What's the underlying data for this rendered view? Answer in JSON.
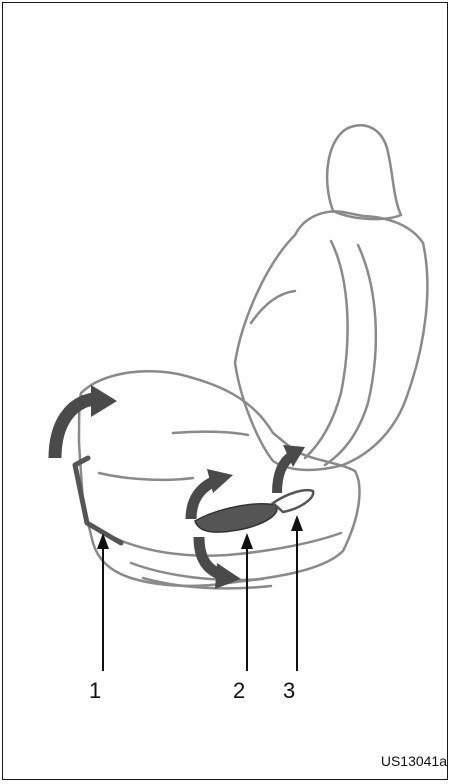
{
  "callouts": [
    {
      "label": "1"
    },
    {
      "label": "2"
    },
    {
      "label": "3"
    }
  ],
  "figure_code": "US13041a",
  "colors": {
    "outline": "#8a8a8a",
    "arrow": "#4a4a4a",
    "lever": "#555555",
    "leader": "#111111",
    "border": "#1a1a1a"
  }
}
